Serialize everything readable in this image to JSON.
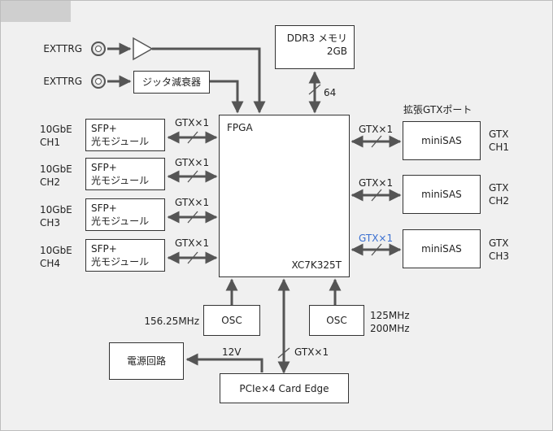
{
  "inputs": {
    "exttrg_top": "EXTTRG",
    "exttrg_bottom": "EXTTRG"
  },
  "jitter_box": "ジッタ減衰器",
  "ddr3": {
    "line1": "DDR3 メモリ",
    "line2": "2GB",
    "bus_width": "64"
  },
  "fpga": {
    "name": "FPGA",
    "part": "XC7K325T"
  },
  "sfp_modules": [
    {
      "line1": "SFP+",
      "line2": "光モジュール",
      "ch_line1": "10GbE",
      "ch_line2": "CH1",
      "link": "GTX×1"
    },
    {
      "line1": "SFP+",
      "line2": "光モジュール",
      "ch_line1": "10GbE",
      "ch_line2": "CH2",
      "link": "GTX×1"
    },
    {
      "line1": "SFP+",
      "line2": "光モジュール",
      "ch_line1": "10GbE",
      "ch_line2": "CH3",
      "link": "GTX×1"
    },
    {
      "line1": "SFP+",
      "line2": "光モジュール",
      "ch_line1": "10GbE",
      "ch_line2": "CH4",
      "link": "GTX×1"
    }
  ],
  "expansion_port_title": "拡張GTXポート",
  "minisas": [
    {
      "label": "miniSAS",
      "gtx_line1": "GTX",
      "gtx_line2": "CH1",
      "link": "GTX×1"
    },
    {
      "label": "miniSAS",
      "gtx_line1": "GTX",
      "gtx_line2": "CH2",
      "link": "GTX×1"
    },
    {
      "label": "miniSAS",
      "gtx_line1": "GTX",
      "gtx_line2": "CH3",
      "link": "GTX×1"
    }
  ],
  "osc_left": {
    "label": "OSC",
    "freq": "156.25MHz"
  },
  "osc_right": {
    "label": "OSC",
    "freq_line1": "125MHz",
    "freq_line2": "200MHz"
  },
  "power": {
    "label": "電源回路",
    "voltage": "12V"
  },
  "pcie": {
    "label": "PCIe×4 Card Edge",
    "link": "GTX×1"
  },
  "colors": {
    "line": "#555555",
    "box_border": "#333333",
    "background": "#f0f0f0",
    "accent_blue": "#3a6fd0"
  }
}
